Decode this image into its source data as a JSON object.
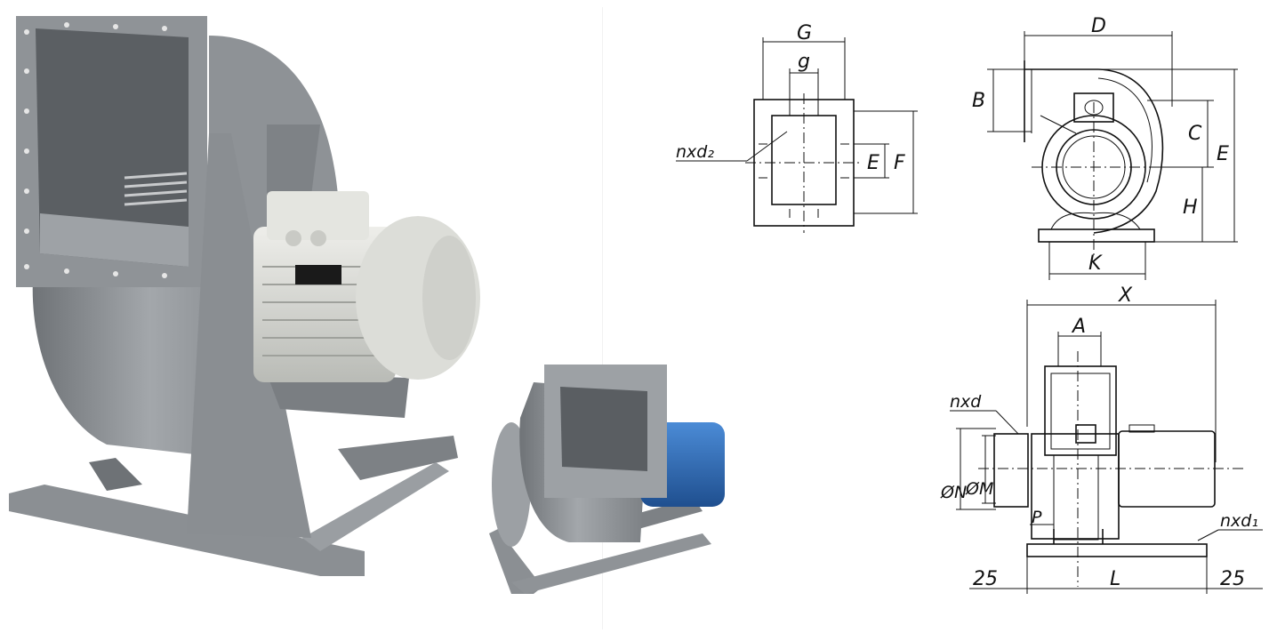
{
  "photos": {
    "large_fan": {
      "description_icon": "centrifugal-fan-large-photo"
    },
    "small_fan": {
      "description_icon": "centrifugal-fan-small-photo"
    }
  },
  "drawing": {
    "inlet_view": {
      "labels": {
        "G": "G",
        "g": "g",
        "nxd2": "nxd₂",
        "E": "E",
        "F": "F"
      }
    },
    "side_view": {
      "labels": {
        "D": "D",
        "B": "B",
        "C": "C",
        "E": "E",
        "H": "H",
        "K": "K"
      }
    },
    "top_view": {
      "labels": {
        "X": "X",
        "A": "A",
        "nxd": "nxd",
        "N": "ØN",
        "M": "ØM",
        "P": "P",
        "nxd1": "nxd₁",
        "dim25_left": "25",
        "L": "L",
        "dim25_right": "25"
      }
    }
  },
  "colors": {
    "fan_body": "#8d9196",
    "fan_shadow": "#5e6266",
    "motor_light": "#d9dad4",
    "motor_blue": "#2f6fb8",
    "line": "#111111"
  }
}
